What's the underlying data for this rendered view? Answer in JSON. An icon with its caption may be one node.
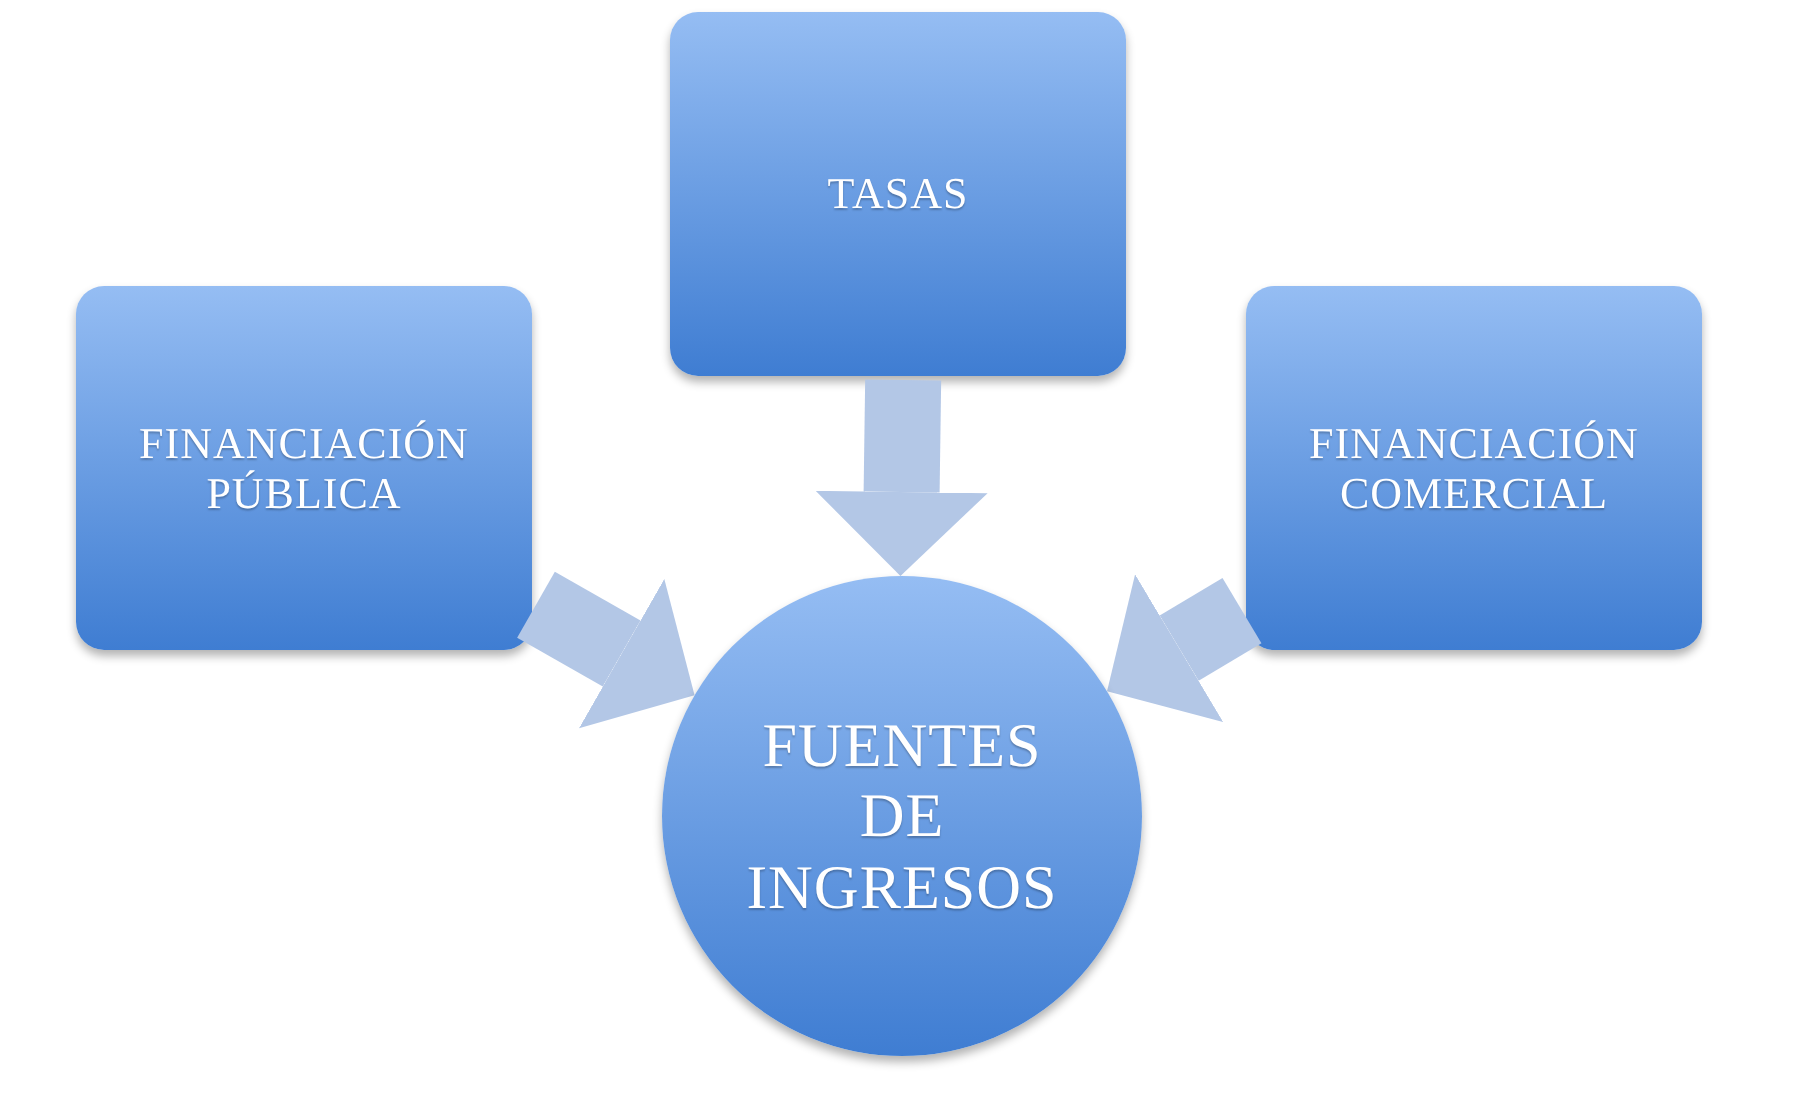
{
  "diagram": {
    "nodes": [
      {
        "text": [
          "TASAS"
        ]
      },
      {
        "text": [
          "FINANCIACIÓN PÚBLICA"
        ]
      },
      {
        "text": [
          "FINANCIACIÓN COMERCIAL"
        ]
      },
      {
        "text": [
          "FUENTES DE INGRESOS"
        ]
      }
    ],
    "edges": [
      {
        "from": 0,
        "to": 3,
        "arrow": "to"
      },
      {
        "from": 1,
        "to": 3,
        "arrow": "to"
      },
      {
        "from": 2,
        "to": 3,
        "arrow": "to"
      }
    ]
  }
}
